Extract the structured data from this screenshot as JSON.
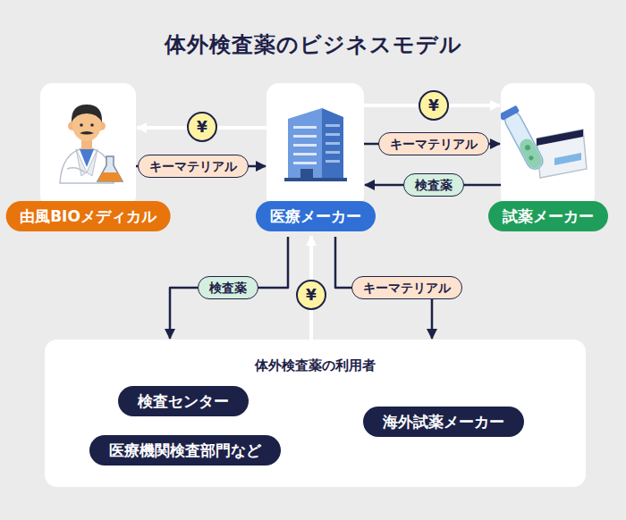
{
  "diagram": {
    "title": "体外検査薬のビジネスモデル",
    "nodes": [
      {
        "text": [
          "由風BIOメディカル"
        ]
      },
      {
        "text": [
          "医療メーカー"
        ]
      },
      {
        "text": [
          "試薬メーカー"
        ]
      },
      {
        "text": [
          "体外検査薬の利用者"
        ]
      },
      {
        "text": [
          "検査センター"
        ],
        "in": 3
      },
      {
        "text": [
          "医療機関検査部門など"
        ],
        "in": 3
      },
      {
        "text": [
          "海外試薬メーカー"
        ],
        "in": 3
      }
    ],
    "edges": [
      {
        "from": 1,
        "to": 0,
        "label": "¥",
        "arrow": "to"
      },
      {
        "from": 0,
        "to": 1,
        "label": "キーマテリアル",
        "arrow": "to"
      },
      {
        "from": 1,
        "to": 2,
        "label": "¥",
        "arrow": "to"
      },
      {
        "from": 1,
        "to": 2,
        "label": "キーマテリアル",
        "arrow": "to"
      },
      {
        "from": 2,
        "to": 1,
        "label": "検査薬",
        "arrow": "to"
      },
      {
        "from": 1,
        "to": 3,
        "label": "検査薬",
        "arrow": "to"
      },
      {
        "from": 3,
        "to": 1,
        "label": "¥",
        "arrow": "to"
      },
      {
        "from": 1,
        "to": 3,
        "label": "キーマテリアル",
        "arrow": "to"
      }
    ]
  }
}
